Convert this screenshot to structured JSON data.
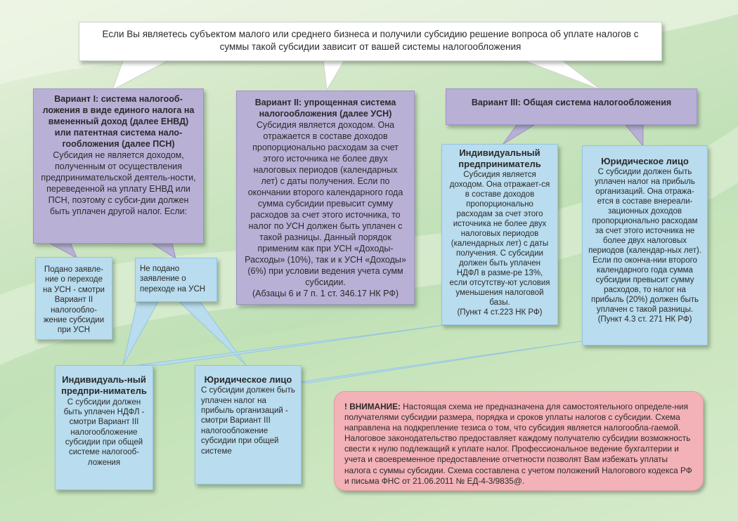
{
  "header": {
    "text": "Если Вы являетесь субъектом малого или среднего бизнеса и получили субсидию решение вопроса об уплате налогов с суммы такой субсидии зависит от вашей системы налогообложения"
  },
  "variant1": {
    "title": "Вариант I: система налогооб-ложения в виде единого налога на вмененный доход (далее ЕНВД) или патентная система нало-гообложения (далее ПСН)",
    "body": "Субсидия не является доходом, полученным от осуществления предпринимательской деятель-ности, переведенной на уплату ЕНВД или ПСН, поэтому с субси-дии должен быть уплачен другой налог. Если:"
  },
  "variant2": {
    "title": "Вариант II: упрощенная система налогообложения (далее УСН)",
    "body": "Субсидия является доходом. Она отражается в составе доходов пропорционально расходам за счет этого источника не более двух налоговых периодов (календарных лет) с даты получения. Если по окончании второго календарного года сумма субсидии превысит сумму расходов за счет этого источника, то налог по УСН должен быть уплачен с такой разницы. Данный порядок применим как при УСН «Доходы-Расходы» (10%), так и к УСН «Доходы» (6%) при условии ведения учета сумм субсидии.",
    "ref": "(Абзацы 6 и 7 п. 1 ст. 346.17 НК РФ)"
  },
  "variant3": {
    "title": "Вариант III: Общая система налогообложения"
  },
  "v3_individual": {
    "title": "Индивидуальный предприниматель",
    "body": "Субсидия является доходом. Она отражает-ся в составе доходов пропорционально расходам за счет этого источника не более двух налоговых периодов (календарных лет) с даты получения. С субсидии должен быть уплачен НДФЛ в разме-ре 13%, если отсутству-ют условия уменьшения налоговой базы.",
    "ref": "(Пункт 4 ст.223 НК РФ)"
  },
  "v3_legal": {
    "title": "Юридическое лицо",
    "body": "С субсидии должен быть уплачен налог на прибыль организаций. Она отража-ется в составе внереали-зационных доходов пропорционально расходам за счет этого источника не более двух налоговых периодов (календар-ных лет). Если по оконча-нии второго календарного года сумма субсидии превысит сумму расходов, то налог на прибыль (20%) должен быть уплачен с такой разницы.",
    "ref": "(Пункт 4.3 ст. 271 НК РФ)"
  },
  "filed": {
    "text": "Подано заявле-ние о переходе на УСН - смотри Вариант II налогообло-жение субсидии при УСН"
  },
  "not_filed": {
    "text": "Не подано заявление о переходе на УСН"
  },
  "v1_individual": {
    "title": "Индивидуаль-ный предпри-ниматель",
    "body": "С субсидии должен быть уплачен НДФЛ - смотри Вариант III налогообложение субсидии при общей системе налогооб-ложения"
  },
  "v1_legal": {
    "title": "Юридическое лицо",
    "body": "С субсидии должен быть уплачен налог на прибыль организаций - смотри Вариант III налогообложение субсидии при общей системе"
  },
  "warning": {
    "label": "! ВНИМАНИЕ:",
    "text": "Настоящая схема не предназначена для самостоятельного определе-ния получателями субсидии размера, порядка и сроков уплаты налогов с субсидии. Схема направлена на подкрепление тезиса о том, что субсидия является налогообла-гаемой. Налоговое законодательство предоставляет каждому получателю субсидии возможность свести к нулю подлежащий к уплате налог. Профессиональное ведение бухгалтерии и учета и своевременное предоставление отчетности позволят Вам избежать уплаты налога с суммы субсидии. Схема составлена с учетом положений Налогового кодекса РФ и письма ФНС от 21.06.2011 № ЕД-4-3/9835@."
  },
  "colors": {
    "purple_box": "#b9b0d6",
    "blue_box": "#b9dcee",
    "warning_box": "#f2b2b8",
    "background": "#cfe6c4"
  }
}
